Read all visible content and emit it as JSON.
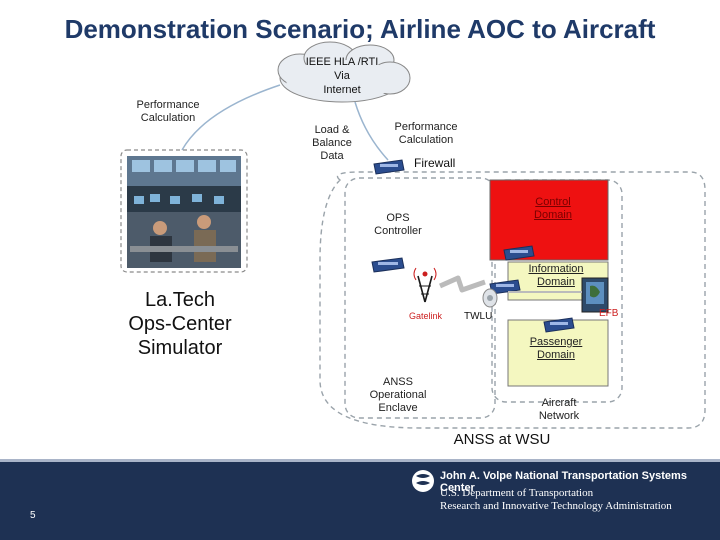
{
  "title": "Demonstration Scenario; Airline AOC to Aircraft",
  "cloud": {
    "line1": "IEEE HLA /RTI",
    "line2": "Via",
    "line3": "Internet"
  },
  "perf_calc_left": {
    "line1": "Performance",
    "line2": "Calculation"
  },
  "perf_calc_mid": {
    "line1": "Performance",
    "line2": "Calculation"
  },
  "load_balance": {
    "line1": "Load &",
    "line2": "Balance",
    "line3": "Data"
  },
  "firewall": "Firewall",
  "ops_controller": {
    "line1": "OPS",
    "line2": "Controller"
  },
  "control_domain": {
    "line1": "Control",
    "line2": "Domain",
    "color": "#ee1111"
  },
  "information_domain": {
    "line1": "Information",
    "line2": "Domain",
    "color": "#f4f7c0"
  },
  "passenger_domain": {
    "line1": "Passenger",
    "line2": "Domain",
    "color": "#f4f7c0"
  },
  "latech": {
    "line1": "La.Tech",
    "line2": "Ops-Center",
    "line3": "Simulator"
  },
  "gatelink": "Gatelink",
  "twlu": "TWLU",
  "efb": "EFB",
  "anss_enclave": {
    "line1": "ANSS",
    "line2": "Operational",
    "line3": "Enclave"
  },
  "aircraft_network": {
    "line1": "Aircraft",
    "line2": "Network"
  },
  "anss_wsu": "ANSS at WSU",
  "footer": {
    "line1": "John A. Volpe National Transportation Systems Center",
    "line2": "U.S. Department of Transportation",
    "line3": "Research and Innovative Technology Administration",
    "background": "#1e3153"
  },
  "page_number": "5"
}
